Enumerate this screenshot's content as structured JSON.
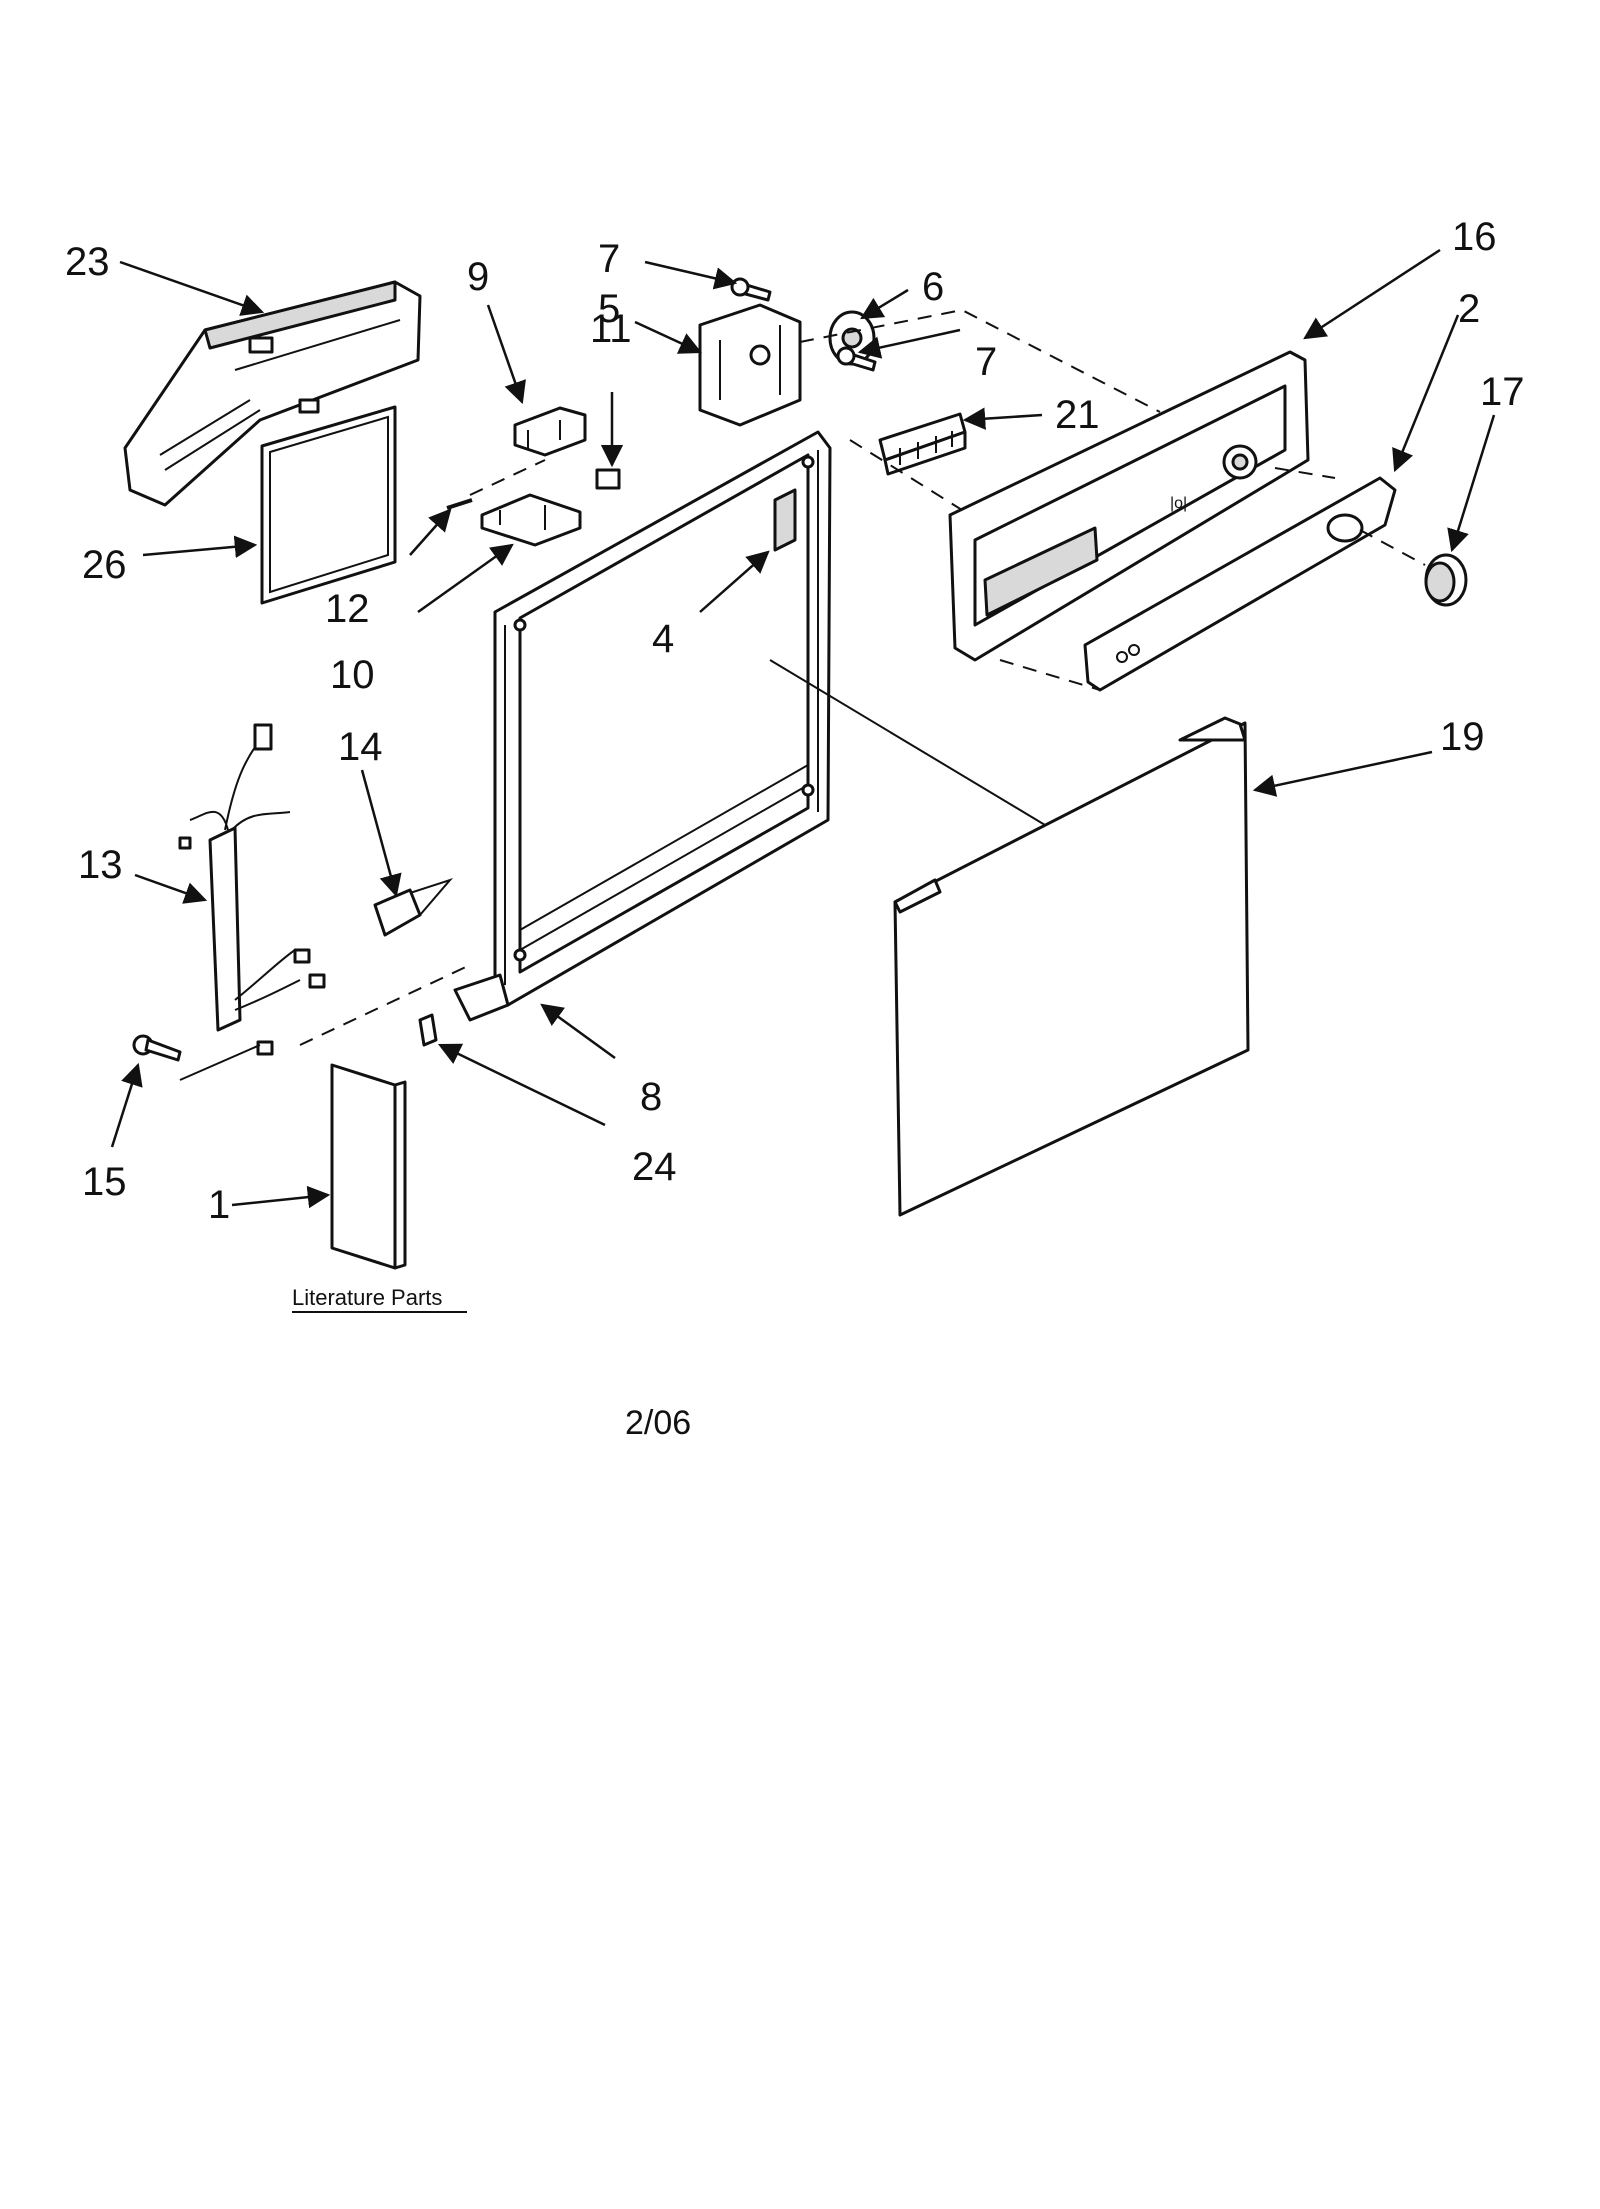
{
  "callouts": {
    "c23": "23",
    "c26": "26",
    "c9": "9",
    "c11": "11",
    "c12": "12",
    "c10": "10",
    "c7a": "7",
    "c5": "5",
    "c6": "6",
    "c7b": "7",
    "c21": "21",
    "c4": "4",
    "c16": "16",
    "c2": "2",
    "c17": "17",
    "c14": "14",
    "c13": "13",
    "c15": "15",
    "c8": "8",
    "c24": "24",
    "c1": "1",
    "c19": "19"
  },
  "literature_label": "Literature Parts",
  "date_code": "2/06"
}
